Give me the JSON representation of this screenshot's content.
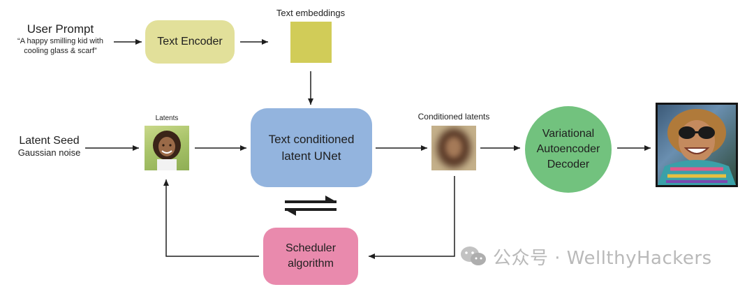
{
  "labels": {
    "user_prompt_title": "User Prompt",
    "user_prompt_line1": "“A happy smilling kid with",
    "user_prompt_line2": "cooling glass & scarf”",
    "text_encoder": "Text Encoder",
    "text_embeddings": "Text embeddings",
    "latent_seed_title": "Latent Seed",
    "latent_seed_sub": "Gaussian noise",
    "latents": "Latents",
    "unet_line1": "Text conditioned",
    "unet_line2": "latent UNet",
    "conditioned_latents": "Conditioned latents",
    "vae_line1": "Variational",
    "vae_line2": "Autoencoder",
    "vae_line3": "Decoder",
    "scheduler_line1": "Scheduler",
    "scheduler_line2": "algorithm"
  },
  "watermark": "公众号 · WellthyHackers",
  "colors": {
    "text_encoder": "#e2e09a",
    "embeddings": "#d1cc58",
    "unet": "#93b4de",
    "vae": "#72c27e",
    "scheduler": "#e98aad",
    "arrow": "#1e1e1e"
  }
}
